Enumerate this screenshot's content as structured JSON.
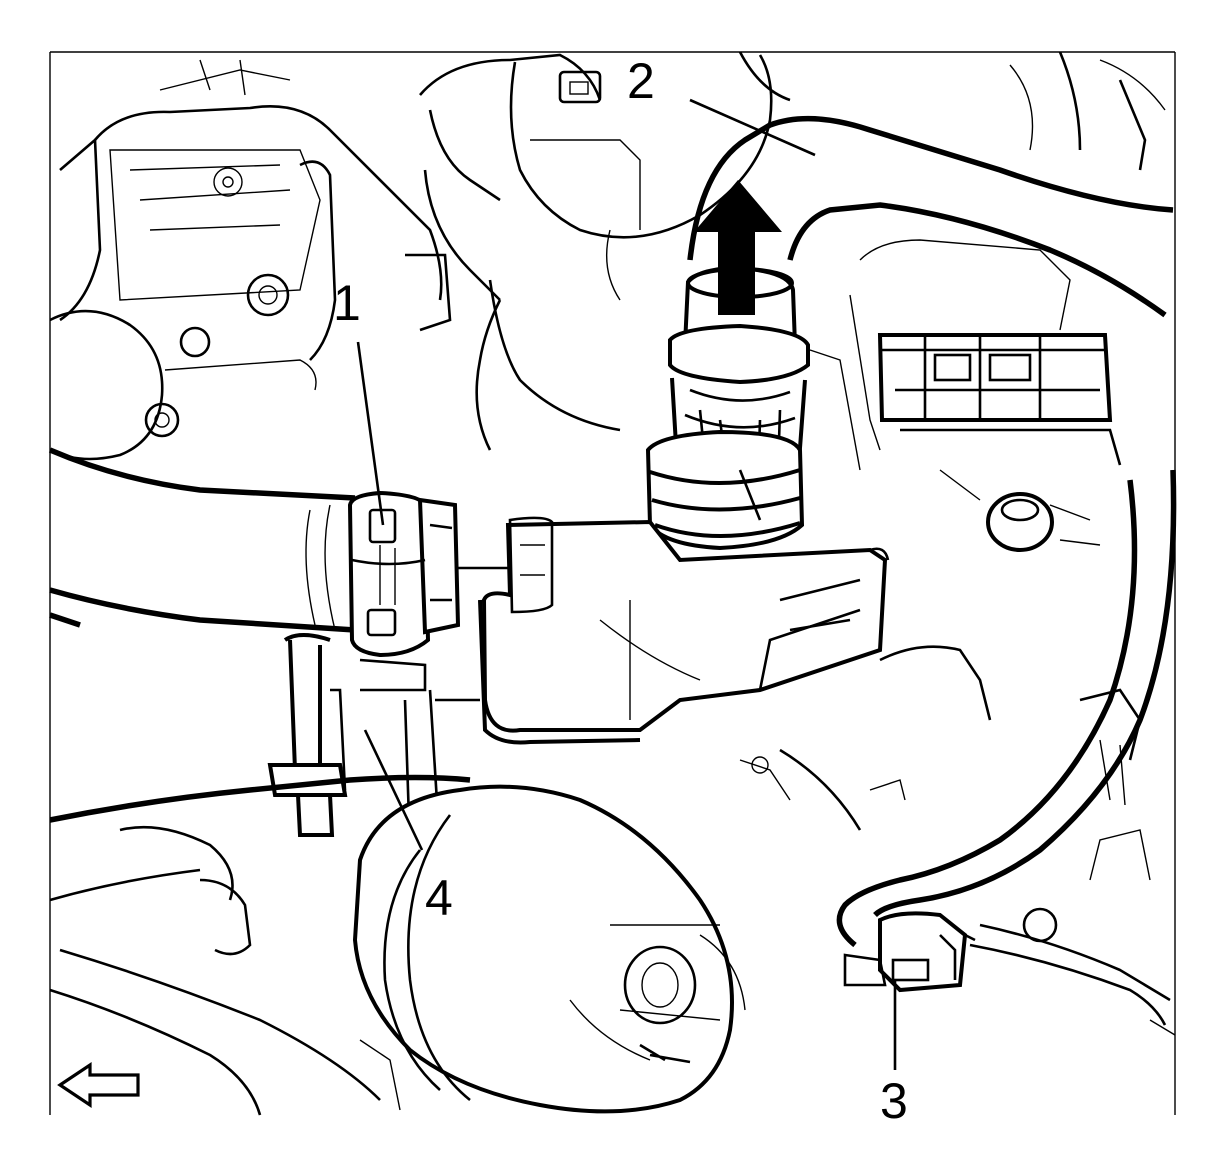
{
  "diagram": {
    "callouts": [
      {
        "id": "1",
        "text": "1"
      },
      {
        "id": "2",
        "text": "2"
      },
      {
        "id": "3",
        "text": "3"
      },
      {
        "id": "4",
        "text": "4"
      }
    ],
    "arrows": {
      "pull_direction": "up",
      "orientation_arrow": "left"
    },
    "colors": {
      "line": "#000000",
      "background": "#ffffff"
    }
  }
}
